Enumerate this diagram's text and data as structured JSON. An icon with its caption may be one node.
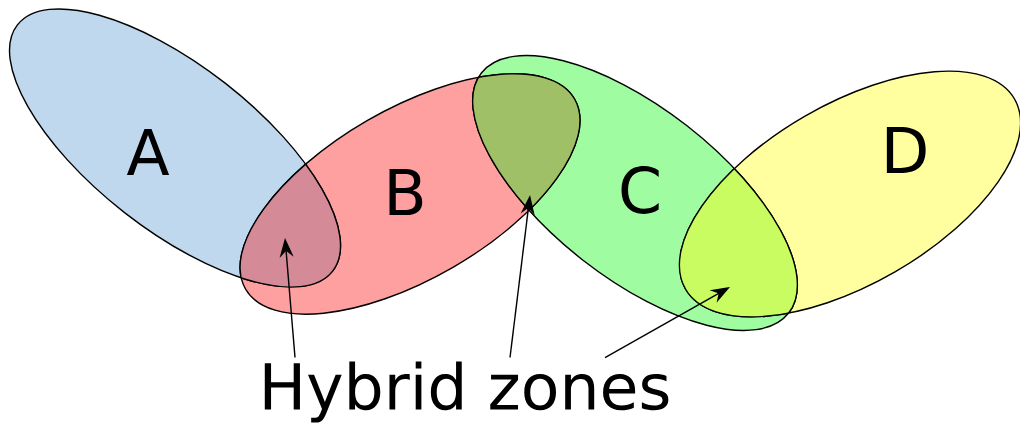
{
  "diagram": {
    "nodes": [
      {
        "text": [
          "A"
        ]
      },
      {
        "text": [
          "B"
        ]
      },
      {
        "text": [
          "C"
        ]
      },
      {
        "text": [
          "D"
        ]
      },
      {
        "text": [
          "Hybrid zones"
        ]
      },
      {
        "text": [],
        "shape": "lens"
      },
      {
        "text": [],
        "shape": "lens"
      },
      {
        "text": [],
        "shape": "lens"
      }
    ],
    "edges": [
      {
        "from": 4,
        "to": 5,
        "arrow": "to"
      },
      {
        "from": 4,
        "to": 6,
        "arrow": "to"
      },
      {
        "from": 4,
        "to": 7,
        "arrow": "to"
      }
    ]
  }
}
